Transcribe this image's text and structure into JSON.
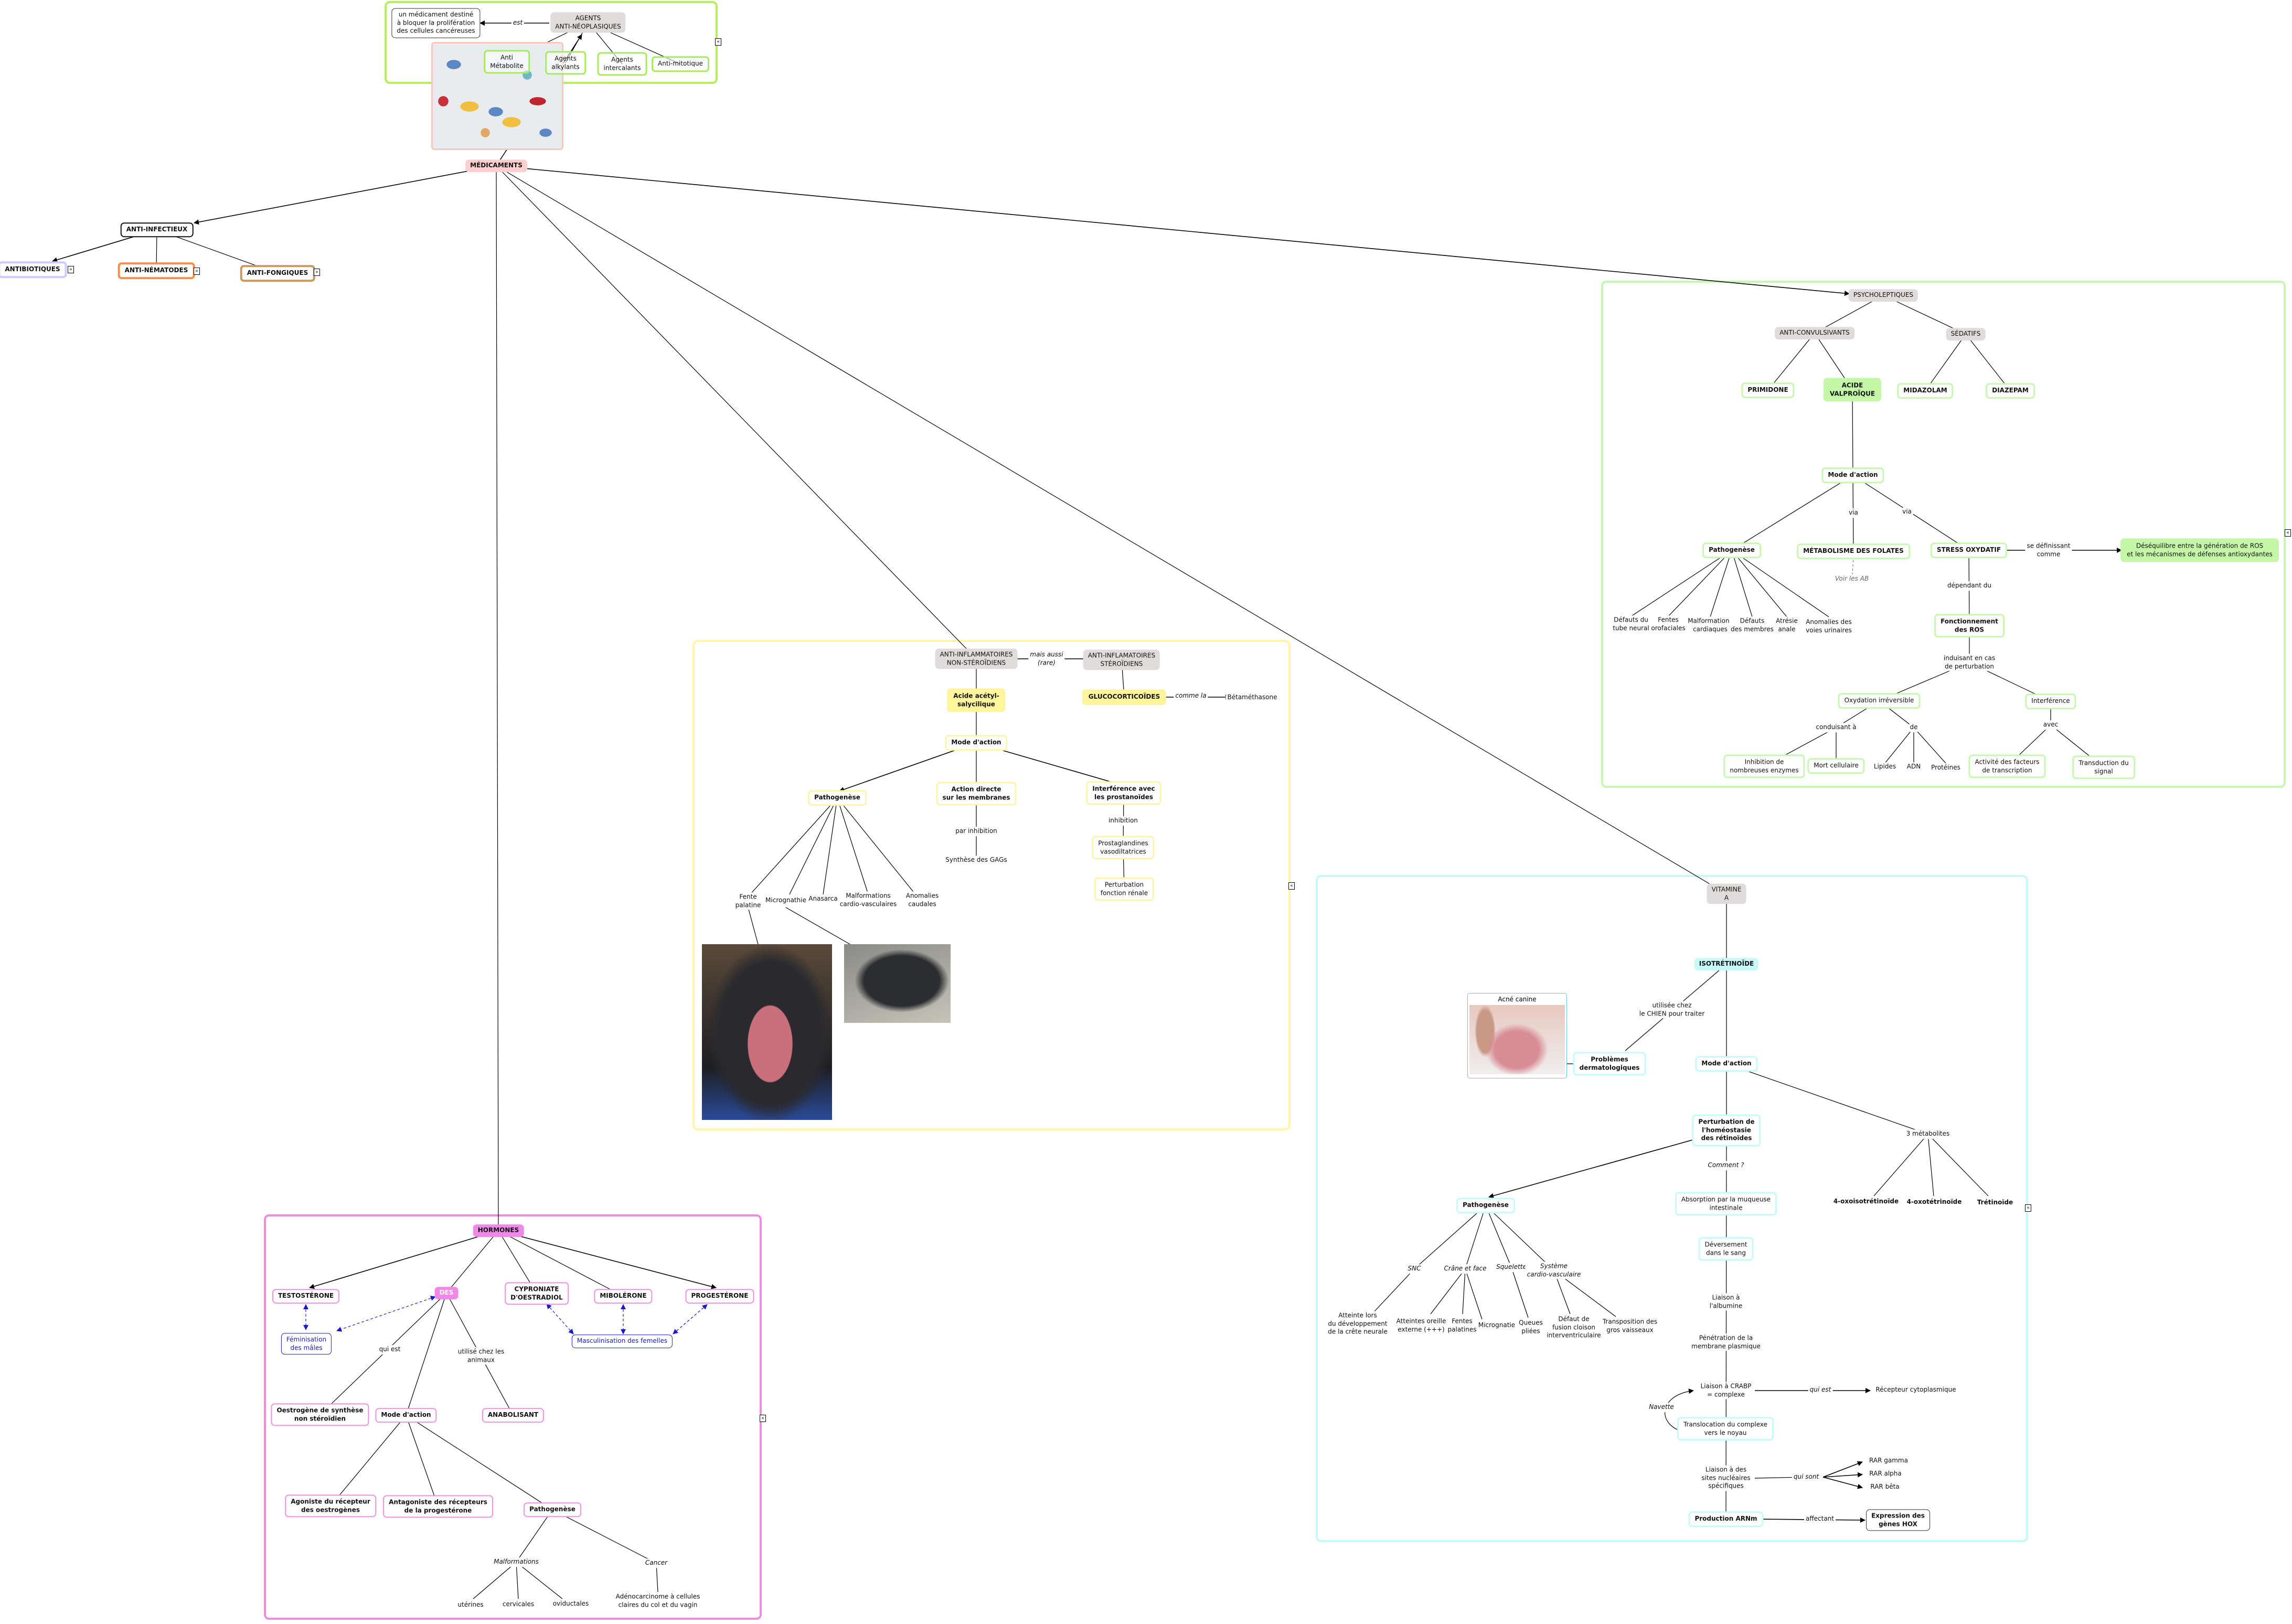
{
  "root": "MÉDICAMENTS",
  "top": {
    "agents": "AGENTS\nANTI-NÉOPLASIQUES",
    "definition": "un médicament destiné\nà bloquer la prolifération\ndes cellules cancéreuses",
    "est": "est",
    "anti_metabolite": "Anti\nMétabolite",
    "alkylants": "Agents\nalkylants",
    "intercalants": "Agents\nintercalants",
    "anti_mitotique": "Anti-mitotique"
  },
  "anti_infectieux": {
    "title": "ANTI-INFECTIEUX",
    "antibiotiques": "ANTIBIOTIQUES",
    "anti_nematodes": "ANTI-NÉMATODES",
    "anti_fongiques": "ANTI-FONGIQUES"
  },
  "psy": {
    "title": "PSYCHOLEPTIQUES",
    "anticonvulsivants": "ANTI-CONVULSIVANTS",
    "sedatifs": "SÉDATIFS",
    "primidone": "PRIMIDONE",
    "acide_valproique": "ACIDE\nVALPROÏQUE",
    "midazolam": "MIDAZOLAM",
    "diazepam": "DIAZEPAM",
    "mode_action": "Mode d'action",
    "via1": "via",
    "via2": "via",
    "pathogenese": "Pathogenèse",
    "folates": "MÉTABOLISME DES FOLATES",
    "voir_ab": "Voir les AB",
    "stress": "STRESS OXYDATIF",
    "se_definissant": "se définissant\ncomme",
    "desequilibre": "Déséquilibre entre la génération de ROS\net les mécanismes de défenses antioxydantes",
    "patho_items": [
      "Défauts du\ntube neural",
      "Fentes\norofaciales",
      "Malformations\ncardiaques",
      "Défauts\ndes membres",
      "Atrésie\nanale",
      "Anomalies des\nvoies urinaires"
    ],
    "dependant": "dépendant du",
    "fonctionnement": "Fonctionnement\ndes ROS",
    "induisant": "induisant en cas\nde perturbation",
    "oxydation": "Oxydation irréversible",
    "interference": "Interférence",
    "conduisant": "conduisant à",
    "de": "de",
    "avec": "avec",
    "inhibition": "Inhibition de\nnombreuses enzymes",
    "mort": "Mort cellulaire",
    "lipides": "Lipides",
    "adn": "ADN",
    "proteines": "Protéines",
    "activite": "Activité des facteurs\nde transcription",
    "transduction": "Transduction du\nsignal"
  },
  "ains": {
    "nsaid": "ANTI-INFLAMMATOIRES\nNON-STÉROÏDIENS",
    "mais_aussi": "mais aussi\n(rare)",
    "steroidiens": "ANTI-INFLAMATOIRES\nSTÉROÏDIENS",
    "aas": "Acide acétyl-\nsalycilique",
    "glucocorticoides": "GLUCOCORTICOÏDES",
    "comme_la": "comme la",
    "betamethasone": "Bétaméthasone",
    "mode_action": "Mode d'action",
    "pathogenese": "Pathogenèse",
    "action_directe": "Action directe\nsur les membranes",
    "interference": "Interférence avec\nles prostanoïdes",
    "par_inhibition": "par inhibition",
    "gags": "Synthèse des GAGs",
    "inhibition": "inhibition",
    "prostaglandines": "Prostaglandines\nvasodiltatrices",
    "perturbation": "Perturbation\nfonction rénale",
    "patho_items": [
      "Fente\npalatine",
      "Micrognathie",
      "Anasarca",
      "Malformations\ncardio-vasculaires",
      "Anomalies\ncaudales"
    ]
  },
  "hormones": {
    "title": "HORMONES",
    "testosterone": "TESTOSTÉRONE",
    "des": "DES",
    "cyproniate": "CYPRONIATE\nD'OESTRADIOL",
    "mibolerone": "MIBOLÉRONE",
    "progesterone": "PROGESTÉRONE",
    "feminisation": "Féminisation\ndes mâles",
    "masculinisation": "Masculinisation des femelles",
    "qui_est": "qui est",
    "utilise": "utilisé chez les\nanimaux",
    "oestrogene": "Oestrogène de synthèse\nnon stéroïdien",
    "mode_action": "Mode d'action",
    "anabolisant": "ANABOLISANT",
    "agoniste": "Agoniste du récepteur\ndes oestrogènes",
    "antagoniste": "Antagoniste des récepteurs\nde la progestérone",
    "pathogenese": "Pathogenèse",
    "malformations": "Malformations",
    "cancer": "Cancer",
    "uterines": "utérines",
    "cervicales": "cervicales",
    "oviductales": "oviductales",
    "adenocarcinome": "Adénocarcinome à cellules\nclaires du col et du vagin"
  },
  "vita": {
    "title": "VITAMINE\nA",
    "isotretinoide": "ISOTRÉTINOÏDE",
    "utilisee": "utilisée chez\nle CHIEN pour traiter",
    "acne_caption": "Acné canine",
    "problemes": "Problèmes\ndermatologiques",
    "mode_action": "Mode d'action",
    "perturbation": "Perturbation de\nl'homéostasie\ndes rétinoïdes",
    "metabolites": "3 métabolites",
    "comment": "Comment ?",
    "pathogenese": "Pathogenèse",
    "absorption": "Absorption par la muqueuse\nintestinale",
    "oxoiso": "4-oxoisotrétinoïde",
    "oxotet": "4-oxotétrinoïde",
    "tretinoide": "Trétinoïde",
    "deversement": "Déversement\ndans le sang",
    "albumine": "Liaison à\nl'albumine",
    "penetration": "Pénétration de la\nmembrane plasmique",
    "crabp": "Liaison à CRABP\n= complexe",
    "qui_est": "qui est",
    "recepteur": "Récepteur cytoplasmique",
    "navette": "Navette",
    "translocation": "Translocation du complexe\nvers le noyau",
    "sites": "Liaison à des\nsites nucléaires\nspécifiques",
    "qui_sont": "qui sont",
    "rar_gamma": "RAR gamma",
    "rar_alpha": "RAR alpha",
    "rar_beta": "RAR bêta",
    "production": "Production ARNm",
    "affectant": "affectant",
    "hox": "Expression des\ngènes HOX",
    "snc": "SNC",
    "crane": "Crâne et face",
    "squelette": "Squelette",
    "systeme": "Système\ncardio-vasculaire",
    "patho_items": [
      "Atteinte lors\ndu développement\nde la crête neurale",
      "Atteintes oreille\nexterne (+++)",
      "Fentes\npalatines",
      "Micrognatie",
      "Queues\npliées",
      "Défaut de\nfusion cloison\ninterventriculaire",
      "Transposition des\ngros vaisseaux"
    ]
  },
  "colors": {
    "green_group": "#b4f05a",
    "psy_group": "#c8f7b0",
    "ains_group": "#fff6a8",
    "hormones_group": "#f08ce0",
    "vita_group": "#c6fafa",
    "link_blue": "#1a1acb"
  }
}
